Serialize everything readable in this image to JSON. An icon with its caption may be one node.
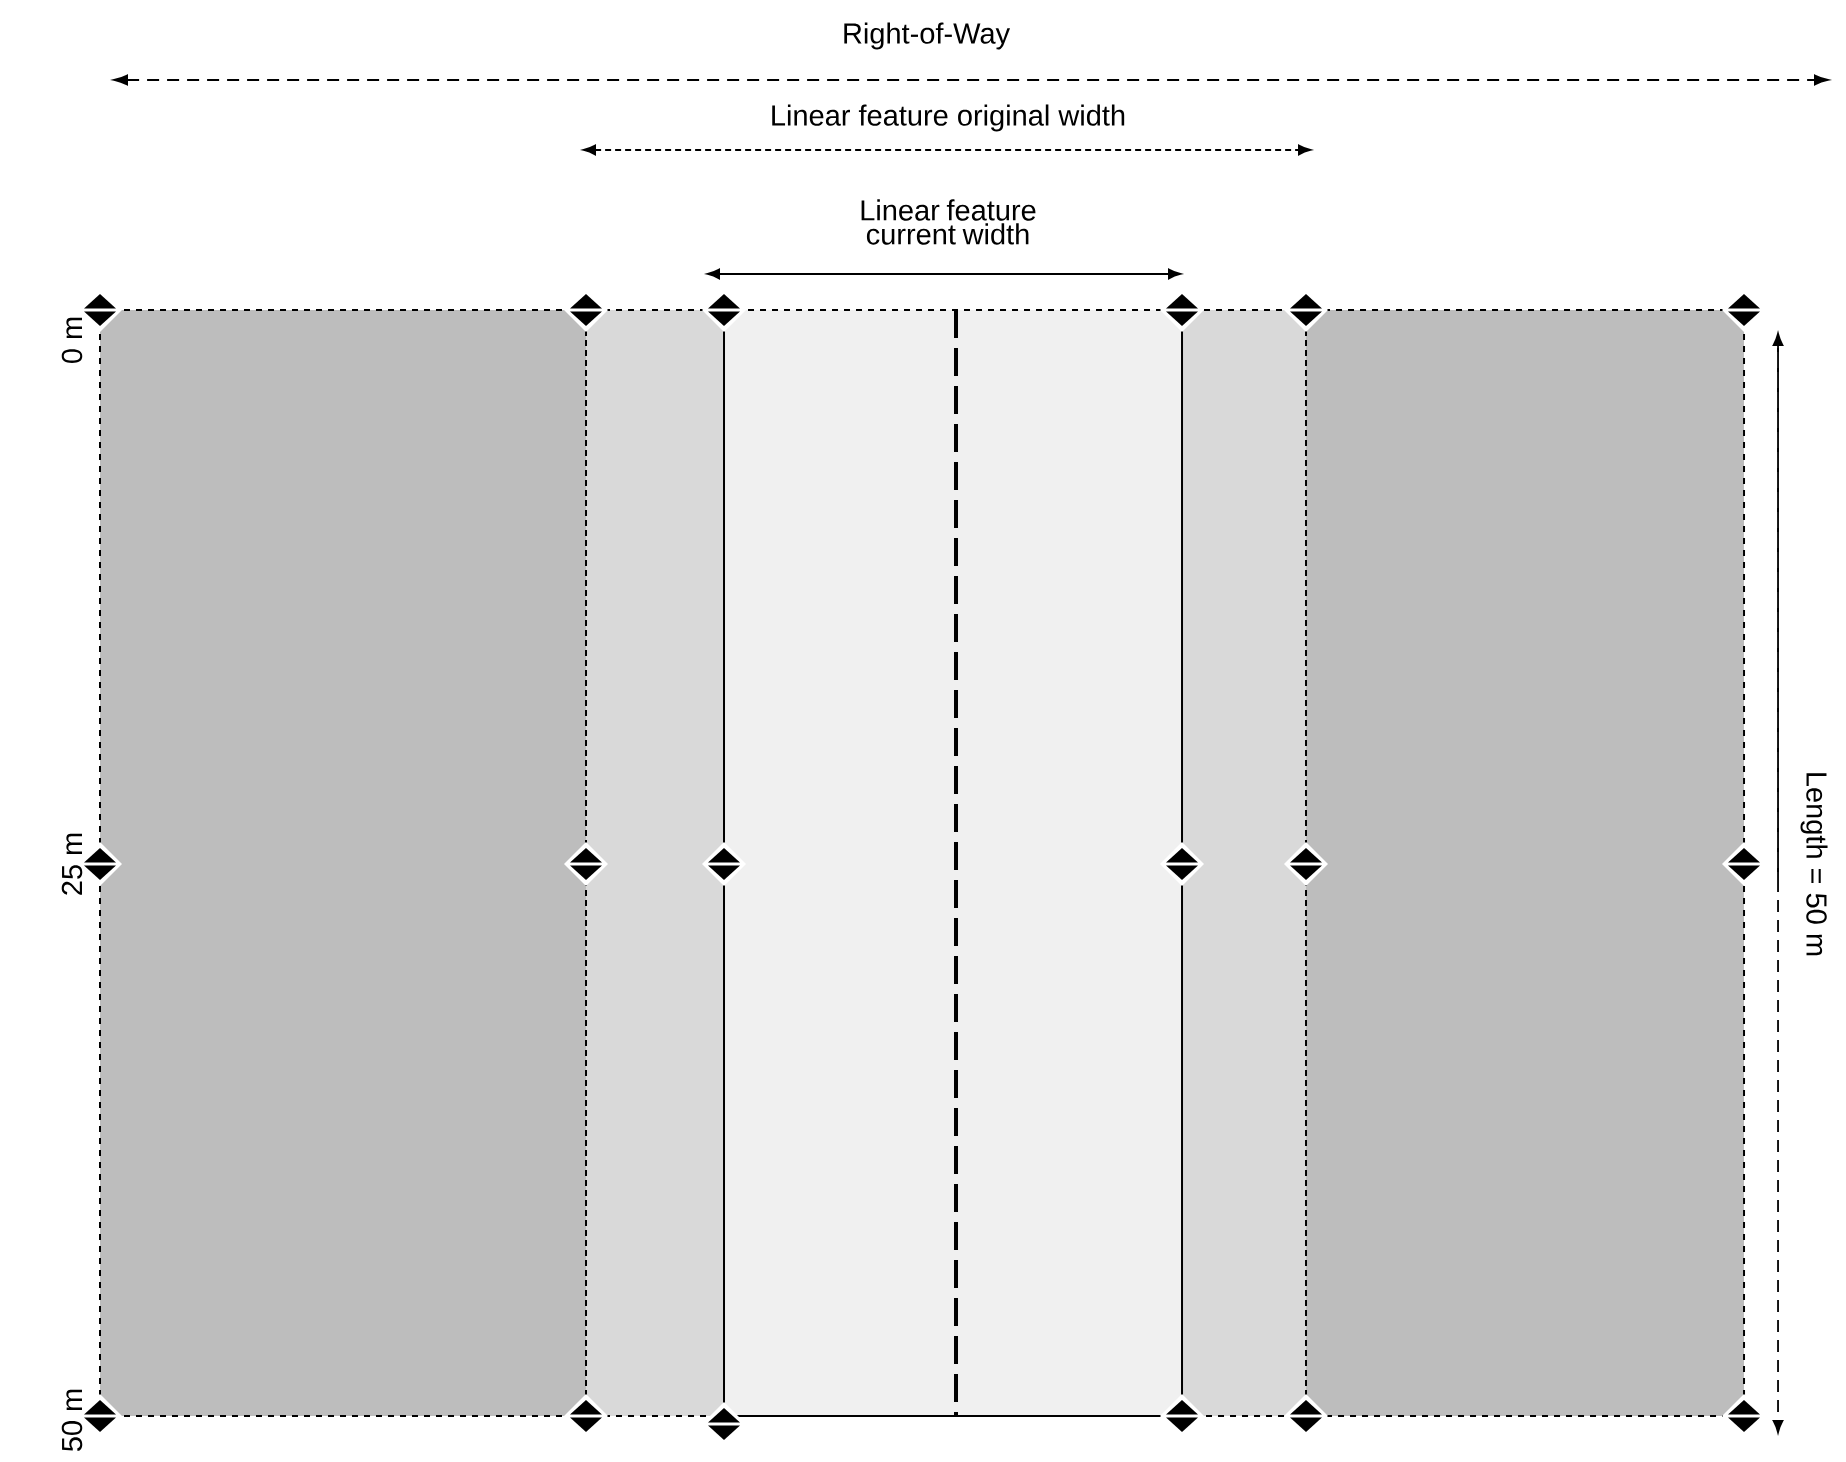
{
  "diagram": {
    "labels": [
      "Right-of-Way",
      "Linear feature  original width",
      "Linear feature current width",
      "0 m",
      "25 m",
      "50 m",
      "Length = 50 m"
    ]
  }
}
